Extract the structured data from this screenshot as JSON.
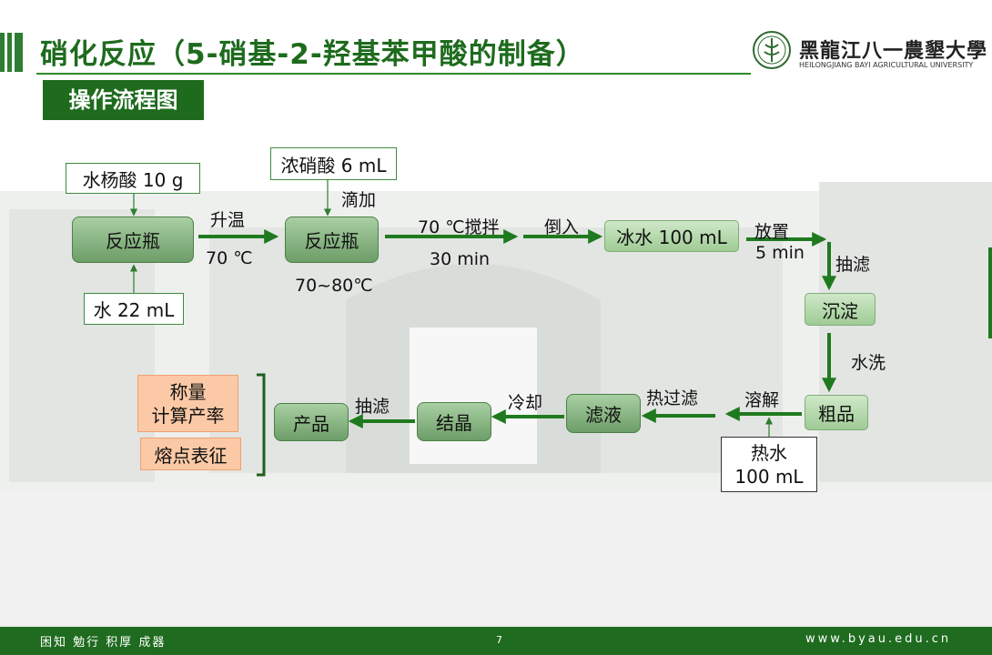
{
  "header": {
    "title": "硝化反应（5-硝基-2-羟基苯甲酸的制备）",
    "university_cn": "黑龍江八一農墾大學",
    "university_en": "HEILONGJIANG BAYI AGRICULTURAL UNIVERSITY",
    "section": "操作流程图"
  },
  "flow": {
    "n_salicylic": "水杨酸 10 g",
    "n_flask1": "反应瓶",
    "n_water22": "水 22 mL",
    "l_heat": "升温",
    "l_70c": "70 ℃",
    "n_nitric": "浓硝酸 6 mL",
    "l_dropwise": "滴加",
    "n_flask2": "反应瓶",
    "l_range": "70~80℃",
    "l_stir": "70 ℃搅拌",
    "l_30min": "30 min",
    "l_pour": "倒入",
    "n_icewater": "冰水 100 mL",
    "l_stand": "放置",
    "l_5min": "5 min",
    "l_suction1": "抽滤",
    "n_precipitate": "沉淀",
    "l_wash": "水洗",
    "n_crude": "粗品",
    "l_dissolve": "溶解",
    "n_hotwater_1": "热水",
    "n_hotwater_2": "100 mL",
    "l_hotfilter": "热过滤",
    "n_filtrate": "滤液",
    "l_cool": "冷却",
    "n_crystal": "结晶",
    "l_suction2": "抽滤",
    "n_product": "产品",
    "n_weigh_1": "称量",
    "n_weigh_2": "计算产率",
    "n_mp": "熔点表征"
  },
  "footer": {
    "motto": "困知 勉行 积厚 成器",
    "page": "7",
    "site": "www.byau.edu.cn"
  },
  "colors": {
    "brand_green": "#1e6b1e",
    "arrow_green": "#1f7a1f",
    "node_orange": "#fbc9a6"
  }
}
